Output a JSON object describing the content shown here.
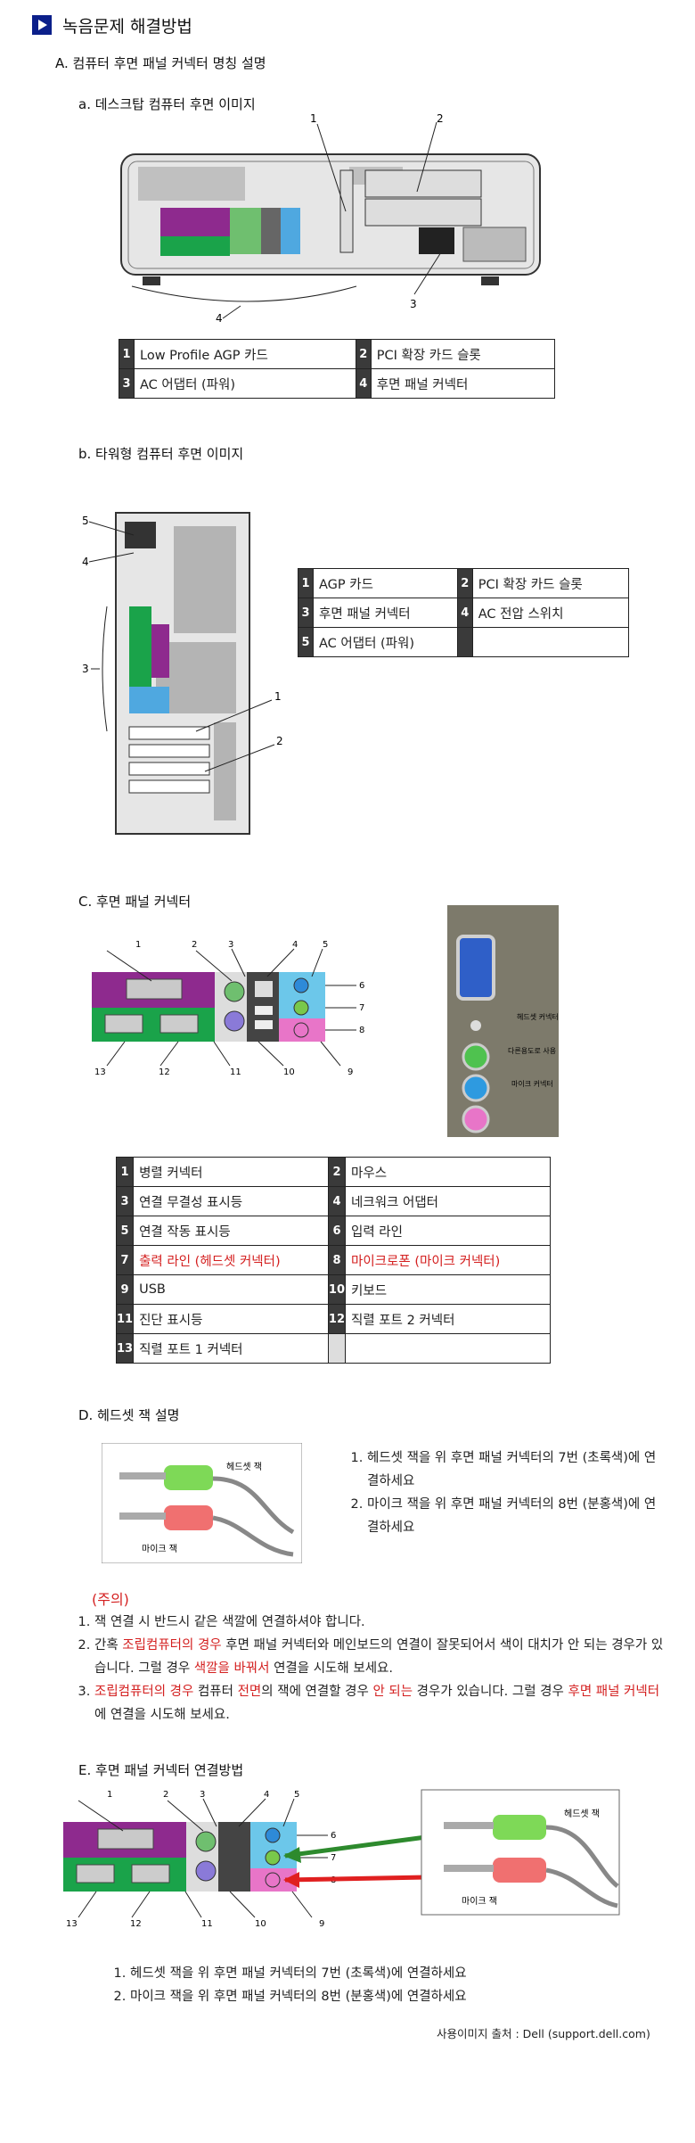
{
  "title": "녹음문제 해결방법",
  "sectionA": {
    "heading": "A. 컴퓨터 후면 패널 커넥터 명칭 설명",
    "subA": "a. 데스크탑 컴퓨터 후면 이미지",
    "callouts": [
      "1",
      "2",
      "3",
      "4"
    ],
    "table": [
      {
        "n": "1",
        "label": "Low Profile AGP 카드"
      },
      {
        "n": "2",
        "label": "PCI 확장 카드 슬롯"
      },
      {
        "n": "3",
        "label": "AC 어댑터 (파워)"
      },
      {
        "n": "4",
        "label": "후면 패널 커넥터"
      }
    ]
  },
  "sectionB": {
    "heading": "b. 타워형 컴퓨터 후면 이미지",
    "callouts": [
      "1",
      "2",
      "3",
      "4",
      "5"
    ],
    "table": [
      {
        "n": "1",
        "label": "AGP 카드"
      },
      {
        "n": "2",
        "label": "PCI 확장 카드 슬롯"
      },
      {
        "n": "3",
        "label": "후면 패널 커넥터"
      },
      {
        "n": "4",
        "label": "AC 전압 스위치"
      },
      {
        "n": "5",
        "label": "AC 어댑터 (파워)"
      }
    ]
  },
  "sectionC": {
    "heading": "C. 후면 패널 커넥터",
    "photo_labels": [
      "헤드셋 커넥터",
      "다른용도로 사용",
      "마이크 커넥터"
    ],
    "callouts": [
      "1",
      "2",
      "3",
      "4",
      "5",
      "6",
      "7",
      "8",
      "9",
      "10",
      "11",
      "12",
      "13"
    ],
    "table": [
      {
        "n": "1",
        "label": "병렬 커넥터",
        "red": false
      },
      {
        "n": "2",
        "label": "마우스",
        "red": false
      },
      {
        "n": "3",
        "label": "연결 무결성 표시등",
        "red": false
      },
      {
        "n": "4",
        "label": "네크워크 어댑터",
        "red": false
      },
      {
        "n": "5",
        "label": "연결 작동 표시등",
        "red": false
      },
      {
        "n": "6",
        "label": "입력 라인",
        "red": false
      },
      {
        "n": "7",
        "label": "출력 라인 (헤드셋 커넥터)",
        "red": true
      },
      {
        "n": "8",
        "label": "마이크로폰 (마이크 커넥터)",
        "red": true
      },
      {
        "n": "9",
        "label": "USB",
        "red": false
      },
      {
        "n": "10",
        "label": "키보드",
        "red": false
      },
      {
        "n": "11",
        "label": "진단 표시등",
        "red": false
      },
      {
        "n": "12",
        "label": "직렬 포트 2 커넥터",
        "red": false
      },
      {
        "n": "13",
        "label": "직렬 포트 1 커넥터",
        "red": false
      }
    ]
  },
  "sectionD": {
    "heading": "D. 헤드셋 잭 설명",
    "plug_labels": {
      "headset": "헤드셋 잭",
      "mic": "마이크 잭"
    },
    "steps": [
      "헤드셋 잭을 위 후면 패널 커넥터의 7번 (초록색)에 연결하세요",
      "마이크 잭을 위 후면 패널 커넥터의 8번 (분홍색)에 연결하세요"
    ],
    "caution_title": "(주의)",
    "cautions": {
      "c1": "잭 연결 시 반드시 같은 색깔에 연결하셔야 합니다.",
      "c2a": "간혹 ",
      "c2b": "조립컴퓨터의 경우",
      "c2c": " 후면 패널 커넥터와 메인보드의 연결이 잘못되어서 색이 대치가 안 되는 경우가 있습니다. 그럴 경우 ",
      "c2d": "색깔을 바꿔서",
      "c2e": " 연결을 시도해 보세요.",
      "c3a": "조립컴퓨터의 경우",
      "c3b": " 컴퓨터 ",
      "c3c": "전면",
      "c3d": "의 잭에 연결할 경우 ",
      "c3e": "안 되는",
      "c3f": " 경우가 있습니다. 그럴 경우 ",
      "c3g": "후면 패널 커넥터",
      "c3h": "에 연결을 시도해 보세요."
    }
  },
  "sectionE": {
    "heading": "E. 후면 패널 커넥터 연결방법",
    "callouts": [
      "1",
      "2",
      "3",
      "4",
      "5",
      "6",
      "7",
      "8",
      "9",
      "10",
      "11",
      "12",
      "13"
    ],
    "plug_labels": {
      "headset": "헤드셋 잭",
      "mic": "마이크 잭"
    },
    "steps": [
      "헤드셋 잭을 위 후면 패널 커넥터의 7번 (초록색)에 연결하세요",
      "마이크 잭을 위 후면 패널 커넥터의 8번 (분홍색)에 연결하세요"
    ]
  },
  "credit": "사용이미지 출처 : Dell (support.dell.com)",
  "colors": {
    "accent": "#0b1f8a",
    "warning": "#d42020",
    "purple": "#8e2a8e",
    "green": "#1aa34a",
    "teal": "#2aa3a3",
    "blue": "#2e8ad8",
    "pink": "#e875c8",
    "lime": "#79c84a"
  }
}
